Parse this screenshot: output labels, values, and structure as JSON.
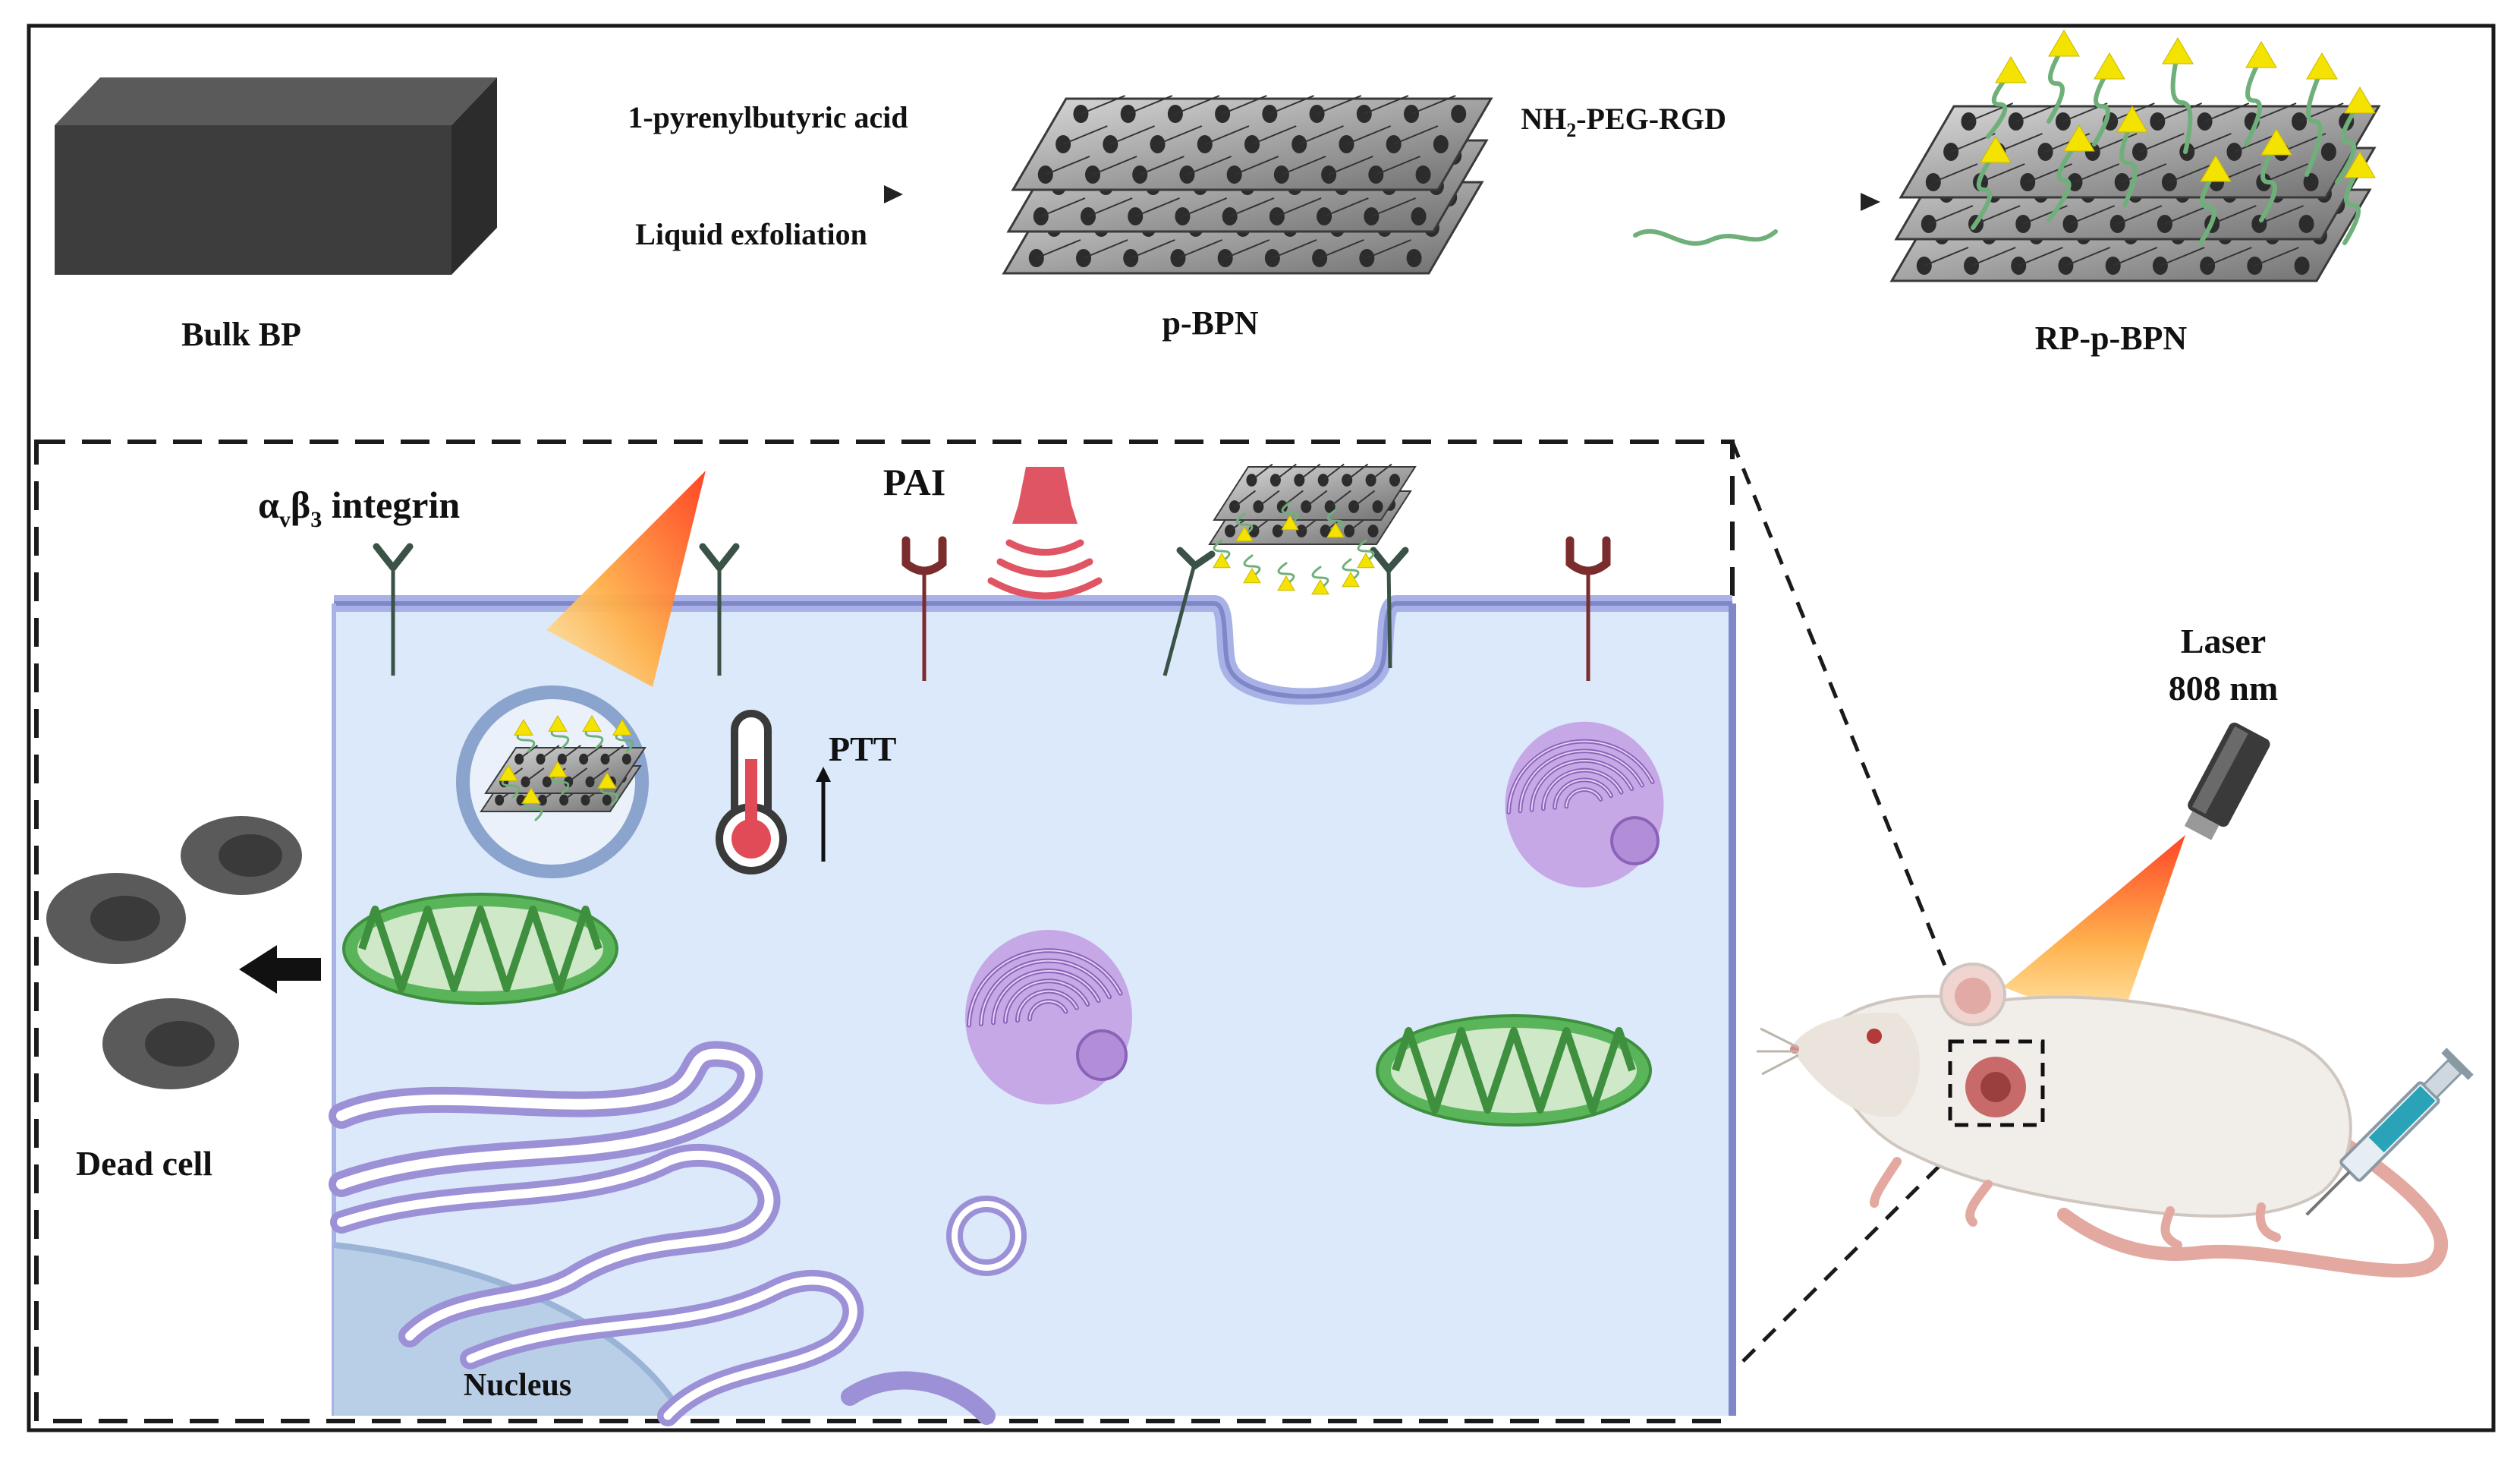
{
  "labels": {
    "bulk_bp": "Bulk BP",
    "reagent_1": "1-pyrenylbutyric acid",
    "process_1": "Liquid exfoliation",
    "p_bpn": "p-BPN",
    "reagent_2_main": "NH",
    "reagent_2_sub": "2",
    "reagent_2_rest": "-PEG-RGD",
    "rp_p_bpn": "RP-p-BPN",
    "integrin_alpha": "α",
    "integrin_alpha_sub": "v",
    "integrin_beta": "β",
    "integrin_beta_sub": "3",
    "integrin_rest": " integrin",
    "pai": "PAI",
    "ptt": "PTT",
    "ptt_arrow": "↑",
    "dead_cell": "Dead cell",
    "nucleus": "Nucleus",
    "laser_line1": "Laser",
    "laser_line2": "808 nm"
  },
  "colors": {
    "cell_fill": "#dbe9fb",
    "membrane": "#7f87c8",
    "membrane_edge": "#a9b2e6",
    "receptor_green": "#3b5246",
    "receptor_red": "#7b2c2c",
    "pai_red": "#e05563",
    "mitochondria": "#5ab55a",
    "golgi": "#b28ad6",
    "er": "#8d82c7",
    "nanosheet": "#8f8f8f",
    "rgd_yellow": "#f4e200",
    "peg_green": "#6fb07a",
    "dead_cell": "#4e4e4e",
    "mouse": "#f1ede8",
    "tumor": "#c86a6a",
    "laser_beam_start": "#ff3b1a",
    "laser_beam_end": "#ffe27a"
  },
  "icons": [
    "bulk-bp-block-icon",
    "nanosheet-stack-icon",
    "peg-chain-icon",
    "integrin-receptor-icon",
    "ultrasound-transducer-icon",
    "thermometer-icon",
    "mitochondria-icon",
    "golgi-icon",
    "dead-cell-icon",
    "laser-device-icon",
    "mouse-icon",
    "syringe-icon"
  ]
}
